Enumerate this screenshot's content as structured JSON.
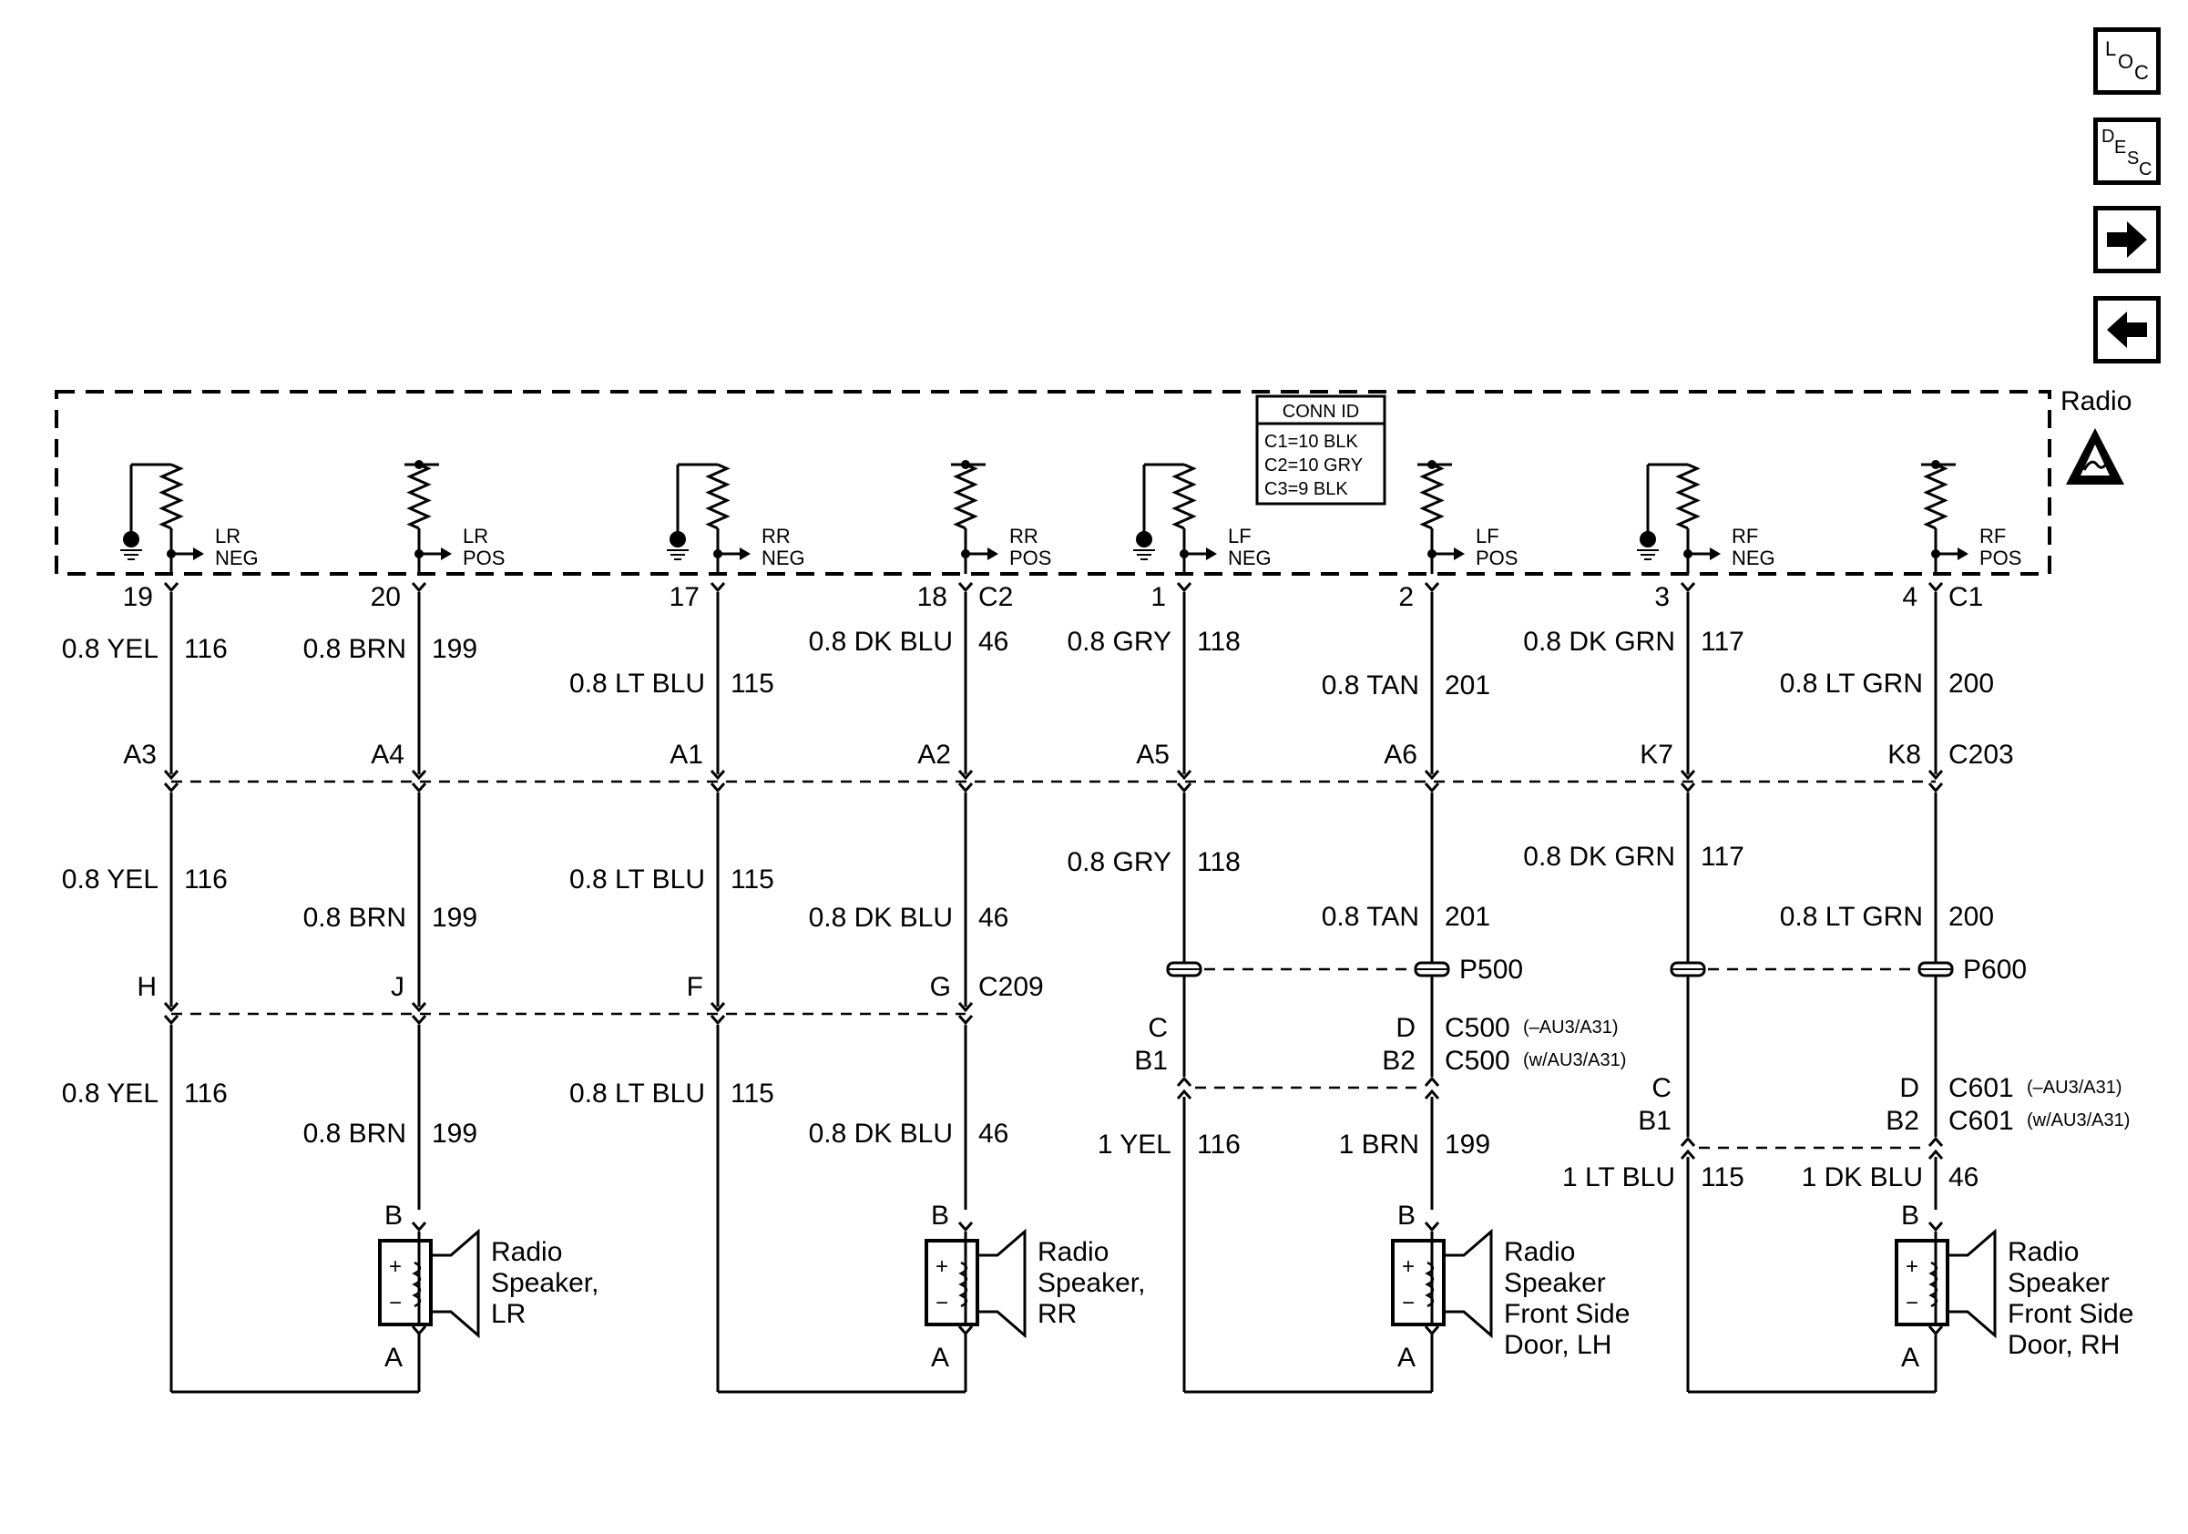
{
  "nav": {
    "loc": {
      "a": "L",
      "b": "O",
      "c": "C"
    },
    "desc": {
      "a": "D",
      "b": "E",
      "c": "S",
      "d": "C"
    },
    "next_icon": "arrow-right-icon",
    "prev_icon": "arrow-left-icon"
  },
  "radio_label": "Radio",
  "esd_icon": "esd-warning-icon",
  "conn_id": {
    "title": "CONN ID",
    "lines": [
      "C1=10 BLK",
      "C2=10 GRY",
      "C3=9 BLK"
    ]
  },
  "channels": [
    {
      "ch": "LR",
      "neg": {
        "label_top": "LR",
        "label_bot": "NEG",
        "pin": "19",
        "wire_top": "0.8 YEL",
        "circ": "116",
        "c203": "A3",
        "wire_mid": "0.8 YEL",
        "c209": "H",
        "wire_bot": "0.8 YEL"
      },
      "pos": {
        "label_top": "LR",
        "label_bot": "POS",
        "pin": "20",
        "wire_top": "0.8 BRN",
        "circ": "199",
        "c203": "A4",
        "wire_mid": "0.8 BRN",
        "c209": "J",
        "wire_bot": "0.8 BRN"
      },
      "spk": {
        "pin_b": "B",
        "pin_a": "A",
        "name": [
          "Radio",
          "Speaker,",
          "LR"
        ]
      }
    },
    {
      "ch": "RR",
      "neg": {
        "label_top": "RR",
        "label_bot": "NEG",
        "pin": "17",
        "wire_top": "0.8 LT BLU",
        "circ": "115",
        "c203": "A1",
        "wire_mid": "0.8 LT BLU",
        "c209": "F",
        "wire_bot": "0.8 LT BLU"
      },
      "pos": {
        "label_top": "RR",
        "label_bot": "POS",
        "pin": "18",
        "conn": "C2",
        "wire_top": "0.8 DK BLU",
        "circ": "46",
        "c203": "A2",
        "wire_mid": "0.8 DK BLU",
        "c209": "G",
        "c209_name": "C209",
        "wire_bot": "0.8 DK BLU"
      },
      "spk": {
        "pin_b": "B",
        "pin_a": "A",
        "name": [
          "Radio",
          "Speaker,",
          "RR"
        ]
      }
    },
    {
      "ch": "LF",
      "neg": {
        "label_top": "LF",
        "label_bot": "NEG",
        "pin": "1",
        "wire_top": "0.8 GRY",
        "circ": "118",
        "c203": "A5",
        "wire_mid": "0.8 GRY",
        "c500": "C",
        "c500b": "B1",
        "wire_bot": "1 YEL",
        "circ_bot": "116"
      },
      "pos": {
        "label_top": "LF",
        "label_bot": "POS",
        "pin": "2",
        "wire_top": "0.8 TAN",
        "circ": "201",
        "c203": "A6",
        "wire_mid": "0.8 TAN",
        "splice": "P500",
        "c500": "D",
        "c500b": "B2",
        "conn1": "C500",
        "conn1_note": "(–AU3/A31)",
        "conn2": "C500",
        "conn2_note": "(w/AU3/A31)",
        "wire_bot": "1 BRN",
        "circ_bot": "199"
      },
      "spk": {
        "pin_b": "B",
        "pin_a": "A",
        "name": [
          "Radio",
          "Speaker",
          "Front Side",
          "Door, LH"
        ]
      }
    },
    {
      "ch": "RF",
      "neg": {
        "label_top": "RF",
        "label_bot": "NEG",
        "pin": "3",
        "wire_top": "0.8 DK GRN",
        "circ": "117",
        "c203": "K7",
        "wire_mid": "0.8 DK GRN",
        "c500": "C",
        "c500b": "B1",
        "wire_bot": "1 LT BLU",
        "circ_bot": "115"
      },
      "pos": {
        "label_top": "RF",
        "label_bot": "POS",
        "pin": "4",
        "conn": "C1",
        "wire_top": "0.8 LT GRN",
        "circ": "200",
        "c203": "K8",
        "c203_name": "C203",
        "wire_mid": "0.8 LT GRN",
        "splice": "P600",
        "c500": "D",
        "c500b": "B2",
        "conn1": "C601",
        "conn1_note": "(–AU3/A31)",
        "conn2": "C601",
        "conn2_note": "(w/AU3/A31)",
        "wire_bot": "1 DK BLU",
        "circ_bot": "46"
      },
      "spk": {
        "pin_b": "B",
        "pin_a": "A",
        "name": [
          "Radio",
          "Speaker",
          "Front Side",
          "Door, RH"
        ]
      }
    }
  ]
}
